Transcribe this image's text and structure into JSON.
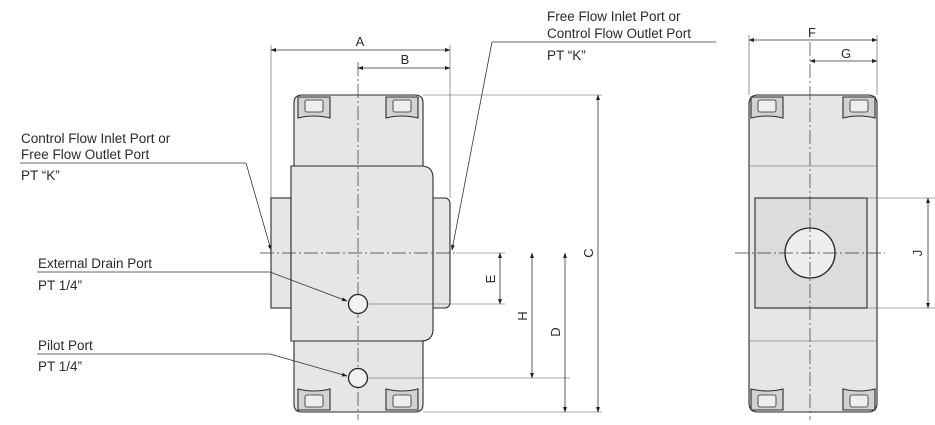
{
  "callouts": {
    "free_flow_inlet": {
      "line1": "Free Flow Inlet Port or",
      "line2": "Control Flow Outlet Port",
      "spec": "PT “K”"
    },
    "control_flow_inlet": {
      "line1": "Control Flow Inlet Port or",
      "line2": "Free Flow Outlet Port",
      "spec": "PT “K”"
    },
    "external_drain": {
      "line1": "External Drain Port",
      "spec": "PT 1/4”"
    },
    "pilot": {
      "line1": "Pilot Port",
      "spec": "PT 1/4”"
    }
  },
  "dimensions": {
    "A": "A",
    "B": "B",
    "C": "C",
    "D": "D",
    "E": "E",
    "F": "F",
    "G": "G",
    "H": "H",
    "J": "J"
  },
  "colors": {
    "body": "#e6e6e6",
    "hex": "#d2d2d2",
    "line": "#2b2b2b"
  }
}
